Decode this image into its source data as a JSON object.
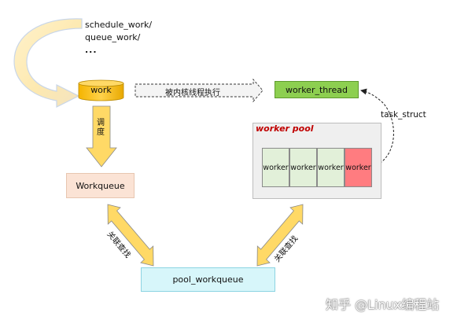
{
  "caller": {
    "lines": [
      "schedule_work/",
      "queue_work/",
      "..."
    ]
  },
  "nodes": {
    "work": "work",
    "worker_thread": "worker_thread",
    "workqueue": "Workqueue",
    "pool_workqueue": "pool_workqueue"
  },
  "pool": {
    "title": "worker pool",
    "workers": [
      "worker",
      "worker",
      "worker",
      "worker"
    ]
  },
  "edges": {
    "executed_by_kernel_thread": "被内核线程执行",
    "schedule": "调度",
    "task_struct": "task_struct",
    "assoc_find_left": "关联查找",
    "assoc_find_right": "关联查找"
  },
  "watermark": "知乎 @Linux编程站",
  "colors": {
    "work_cylinder": "#ffc000",
    "worker_thread": "#8dcf50",
    "workqueue": "#fbe3d5",
    "pool_workqueue": "#d7f6fa",
    "worker_idle": "#e2f0d9",
    "worker_busy": "#ff7c80",
    "pool_title": "#c00000",
    "yellow_arrow": "#ffd966"
  }
}
